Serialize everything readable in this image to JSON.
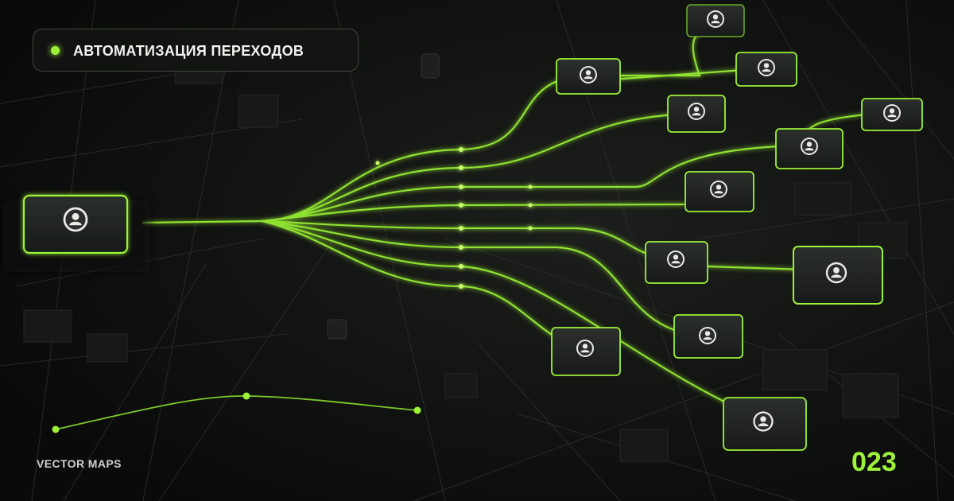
{
  "header": {
    "title": "АВТОМАТИЗАЦИЯ ПЕРЕХОДОВ"
  },
  "footer": {
    "brand": "VECTOR MAPS",
    "page_number": "023"
  },
  "colors": {
    "accent": "#9df238",
    "background": "#0d0e0d",
    "node_fill": "#1f2321"
  },
  "icons": {
    "node": "user-avatar-icon",
    "bullet": "green-dot-icon"
  }
}
